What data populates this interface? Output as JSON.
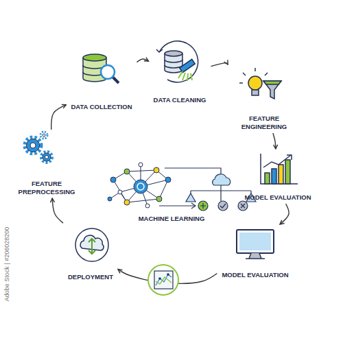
{
  "diagram": {
    "nodes": [
      {
        "text": [
          "DATA COLLECTION"
        ]
      },
      {
        "text": [
          "DATA CLEANING"
        ]
      },
      {
        "text": [
          "FEATURE ENGINEERING"
        ]
      },
      {
        "text": [
          "MODEL EVALUATION"
        ]
      },
      {
        "text": [
          "MODEL EVALUATION"
        ]
      },
      {
        "text": [
          "DEPLOYMENT"
        ]
      },
      {
        "text": [
          "FEATURE PREPROCESSING"
        ]
      },
      {
        "text": [
          "MACHINE LEARNING"
        ]
      }
    ],
    "edges": [
      {
        "from": 0,
        "to": 1,
        "arrow": "to"
      },
      {
        "from": 1,
        "to": 2,
        "arrow": "to"
      },
      {
        "from": 2,
        "to": 3,
        "arrow": "to"
      },
      {
        "from": 3,
        "to": 4,
        "arrow": "to"
      },
      {
        "from": 4,
        "to": 5,
        "arrow": "to"
      },
      {
        "from": 5,
        "to": 6,
        "arrow": "to"
      },
      {
        "from": 6,
        "to": 0,
        "arrow": "to"
      }
    ],
    "labels": [
      "Adobe Stock | #206028200"
    ]
  }
}
